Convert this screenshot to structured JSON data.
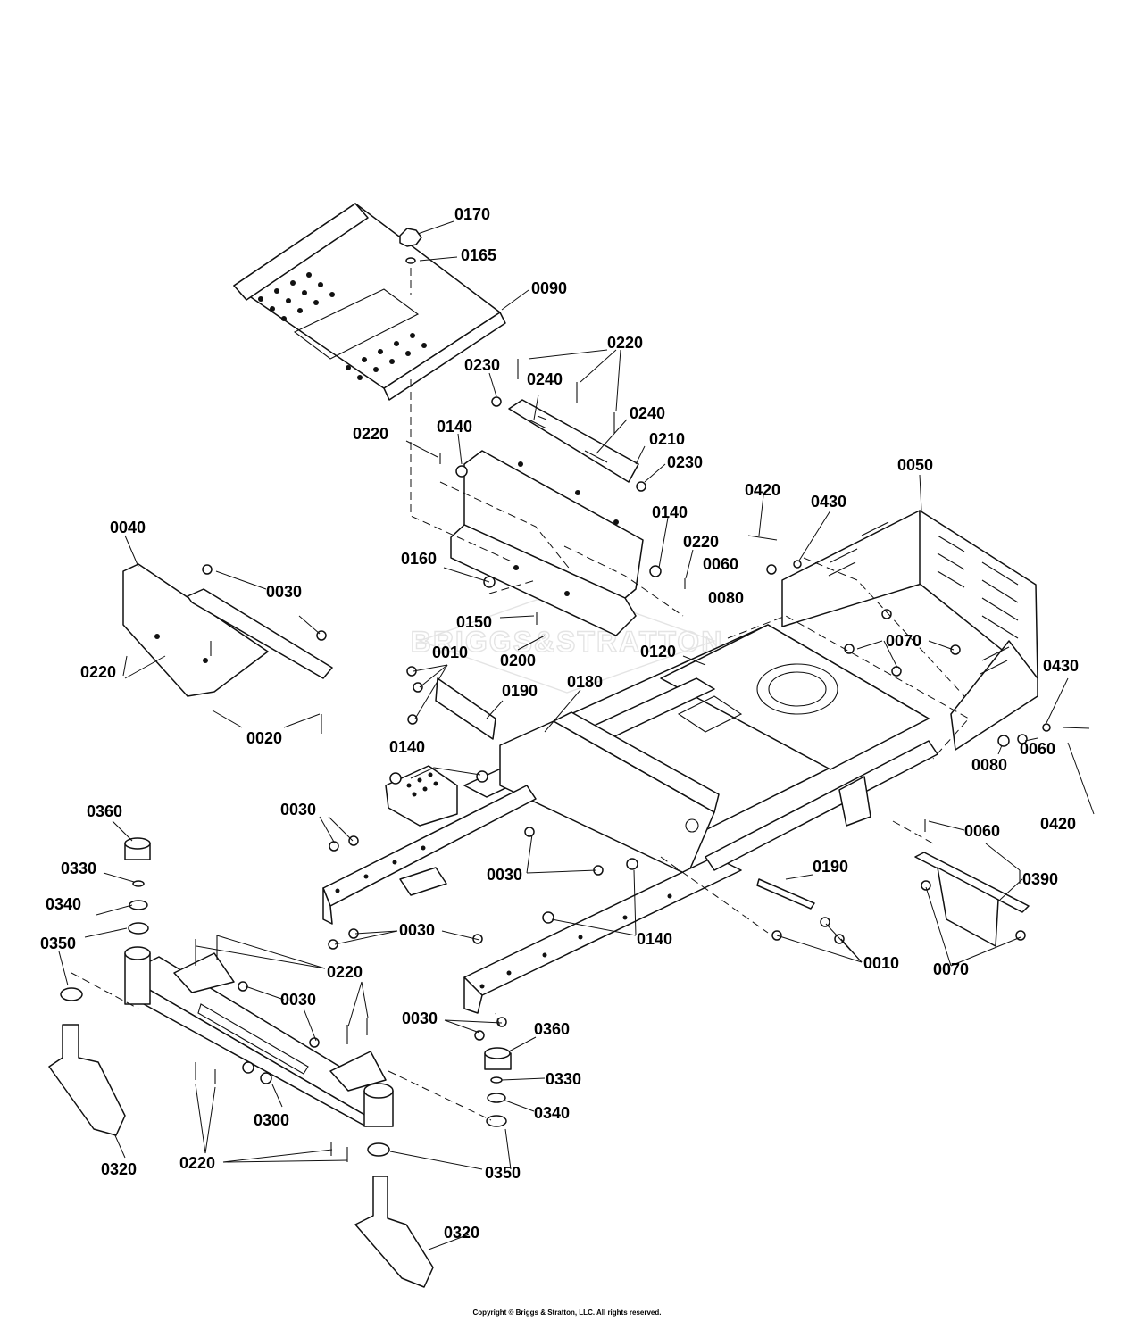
{
  "watermark": "BRIGGS&STRATTON",
  "copyright": "Copyright © Briggs & Stratton, LLC. All rights reserved.",
  "callouts": [
    {
      "label": "0170"
    },
    {
      "label": "0165"
    },
    {
      "label": "0090"
    },
    {
      "label": "0220"
    },
    {
      "label": "0230"
    },
    {
      "label": "0240"
    },
    {
      "label": "0240"
    },
    {
      "label": "0210"
    },
    {
      "label": "0230"
    },
    {
      "label": "0220"
    },
    {
      "label": "0140"
    },
    {
      "label": "0050"
    },
    {
      "label": "0420"
    },
    {
      "label": "0430"
    },
    {
      "label": "0040"
    },
    {
      "label": "0140"
    },
    {
      "label": "0220"
    },
    {
      "label": "0060"
    },
    {
      "label": "0080"
    },
    {
      "label": "0030"
    },
    {
      "label": "0160"
    },
    {
      "label": "0150"
    },
    {
      "label": "0070"
    },
    {
      "label": "0120"
    },
    {
      "label": "0200"
    },
    {
      "label": "0010"
    },
    {
      "label": "0220"
    },
    {
      "label": "0430"
    },
    {
      "label": "0190"
    },
    {
      "label": "0180"
    },
    {
      "label": "0020"
    },
    {
      "label": "0080"
    },
    {
      "label": "0060"
    },
    {
      "label": "0140"
    },
    {
      "label": "0420"
    },
    {
      "label": "0360"
    },
    {
      "label": "0030"
    },
    {
      "label": "0060"
    },
    {
      "label": "0330"
    },
    {
      "label": "0030"
    },
    {
      "label": "0190"
    },
    {
      "label": "0340"
    },
    {
      "label": "0390"
    },
    {
      "label": "0350"
    },
    {
      "label": "0030"
    },
    {
      "label": "0140"
    },
    {
      "label": "0010"
    },
    {
      "label": "0220"
    },
    {
      "label": "0070"
    },
    {
      "label": "0030"
    },
    {
      "label": "0030"
    },
    {
      "label": "0360"
    },
    {
      "label": "0330"
    },
    {
      "label": "0340"
    },
    {
      "label": "0300"
    },
    {
      "label": "0220"
    },
    {
      "label": "0350"
    },
    {
      "label": "0320"
    },
    {
      "label": "0320"
    }
  ]
}
